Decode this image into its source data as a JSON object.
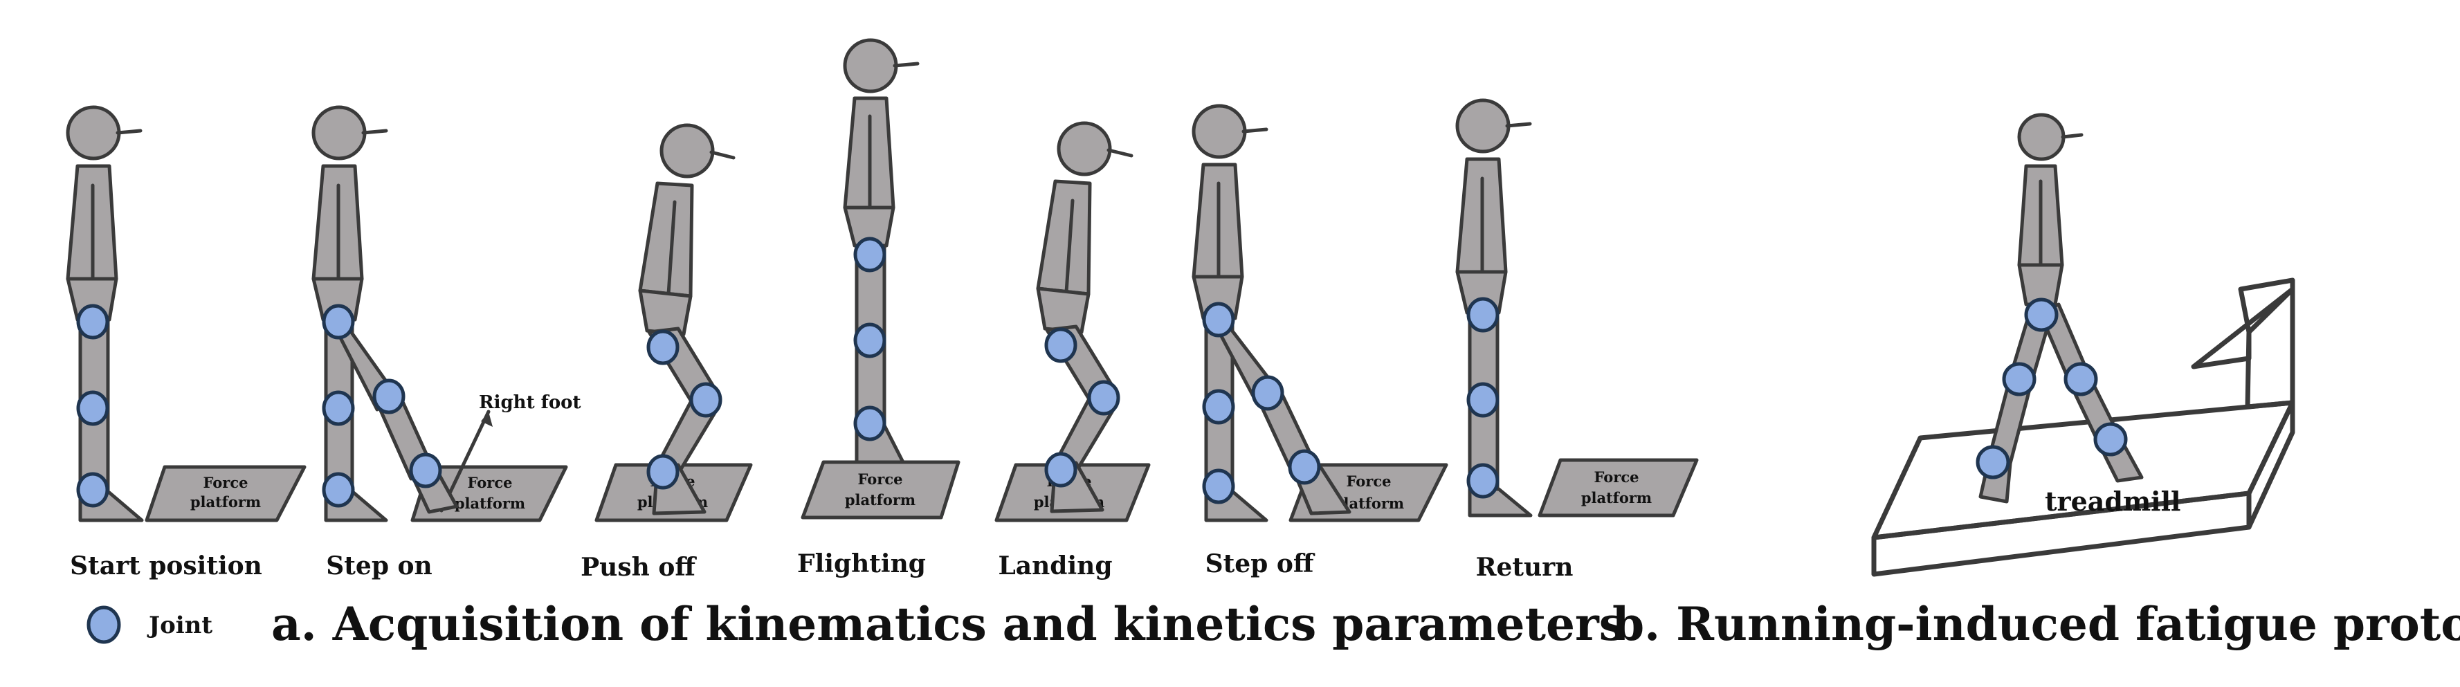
{
  "phases": [
    "Start position",
    "Step on",
    "Push off",
    "Flighting",
    "Landing",
    "Step off",
    "Return"
  ],
  "platform_label_line1": "Force",
  "platform_label_line2": "platform",
  "annotation_right_foot": "Right foot",
  "treadmill_label": "treadmill",
  "legend_joint_label": "Joint",
  "caption_a": "a. Acquisition of kinematics and kinetics parameters",
  "caption_b": "b. Running-induced fatigue protocol",
  "colors": {
    "body": "#a8a5a6",
    "outline": "#3a3a3a",
    "joint": "#8faee3",
    "joint_outline": "#1f3550"
  }
}
